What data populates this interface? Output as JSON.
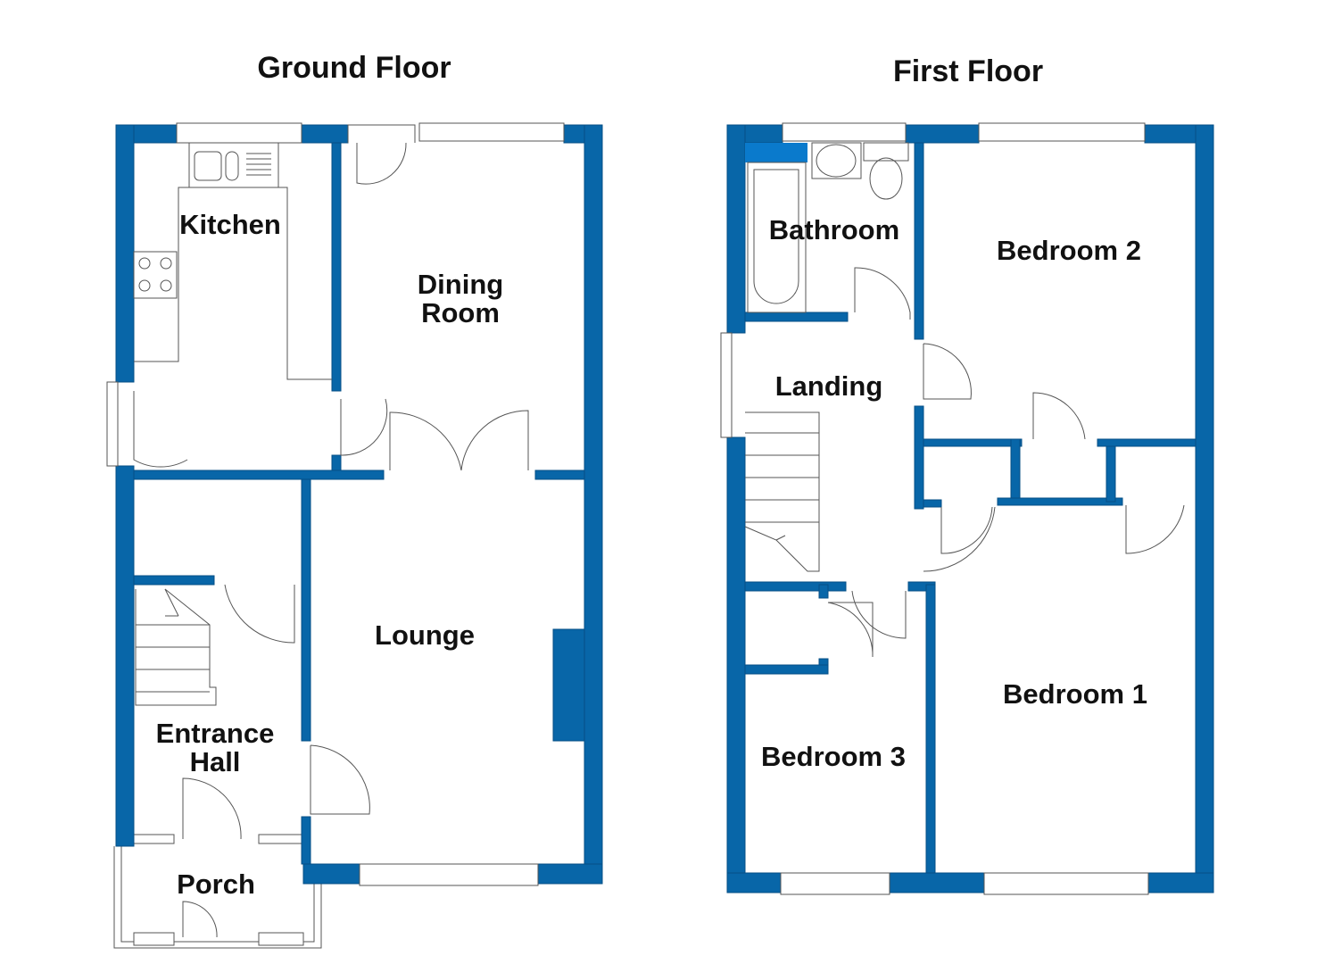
{
  "titles": {
    "ground": "Ground Floor",
    "first": "First Floor"
  },
  "ground_rooms": {
    "kitchen": "Kitchen",
    "dining_1": "Dining",
    "dining_2": "Room",
    "lounge": "Lounge",
    "hall_1": "Entrance",
    "hall_2": "Hall",
    "porch": "Porch"
  },
  "first_rooms": {
    "bathroom": "Bathroom",
    "bedroom2": "Bedroom 2",
    "landing": "Landing",
    "bedroom1": "Bedroom 1",
    "bedroom3": "Bedroom 3"
  },
  "colors": {
    "wall": "#0866a8"
  }
}
